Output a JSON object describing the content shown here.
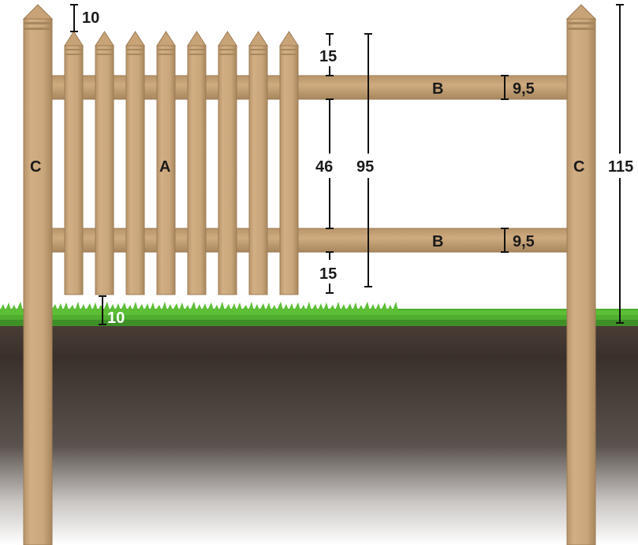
{
  "labels": {
    "picket_panel": "A",
    "rail_top": "B",
    "rail_bottom": "B",
    "post_left": "C",
    "post_right": "C"
  },
  "dimensions": {
    "post_top_offset": "10",
    "picket_top_to_rail": "15",
    "rail_top_thickness": "9,5",
    "between_rails": "46",
    "picket_height": "95",
    "rail_bottom_thickness": "9,5",
    "rail_to_picket_bottom": "15",
    "post_height_above_ground": "115",
    "ground_clearance": "10"
  },
  "colors": {
    "wood": "#c9a57a",
    "wood_dark": "#a8875e",
    "grass": "#4fae2f",
    "soil": "#3a302b",
    "dimension_line": "#111111"
  }
}
